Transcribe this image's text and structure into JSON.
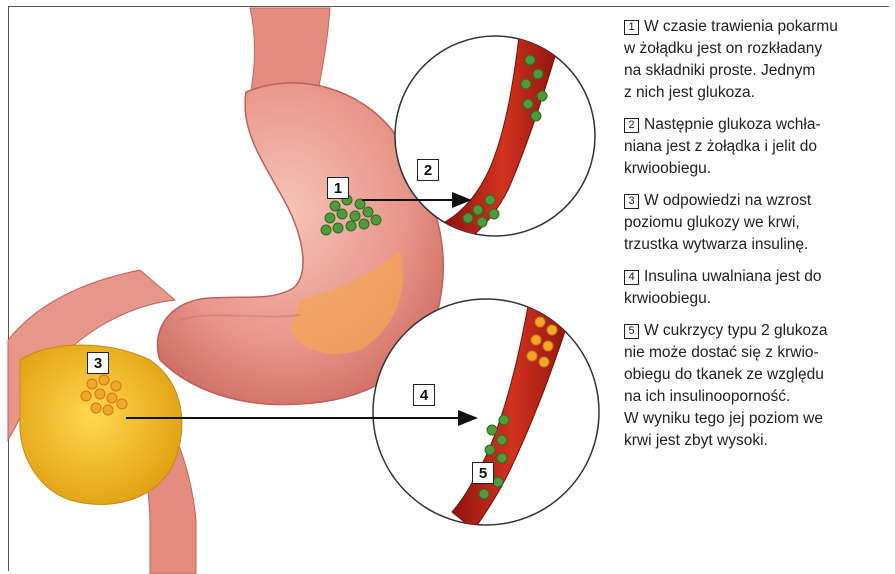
{
  "labels": [
    "1",
    "2",
    "3",
    "4",
    "5"
  ],
  "steps": [
    {
      "num": "1",
      "lines": [
        "W czasie trawienia pokarmu",
        "w żołądku jest on rozkładany",
        "na składniki proste. Jednym",
        "z nich jest glukoza."
      ]
    },
    {
      "num": "2",
      "lines": [
        "Następnie glukoza wchła-",
        "niana jest z żołądka i jelit do",
        "krwioobiegu."
      ]
    },
    {
      "num": "3",
      "lines": [
        "W odpowiedzi na wzrost",
        "poziomu glukozy we krwi,",
        "trzustka wytwarza insulinę."
      ]
    },
    {
      "num": "4",
      "lines": [
        "Insulina uwalniana jest do",
        "krwioobiegu."
      ]
    },
    {
      "num": "5",
      "lines": [
        "W cukrzycy typu 2 glukoza",
        "nie może dostać się z krwio-",
        "obiegu do tkanek ze względu",
        "na ich insulinooporność.",
        "W wyniku tego jej poziom we",
        "krwi jest zbyt wysoki."
      ]
    }
  ],
  "colors": {
    "stomach": "#e8958a",
    "vessel": "#c0281e",
    "glucose": "#4e9a3c",
    "insulin": "#f0a828",
    "pancreas": "#f2b81e"
  }
}
